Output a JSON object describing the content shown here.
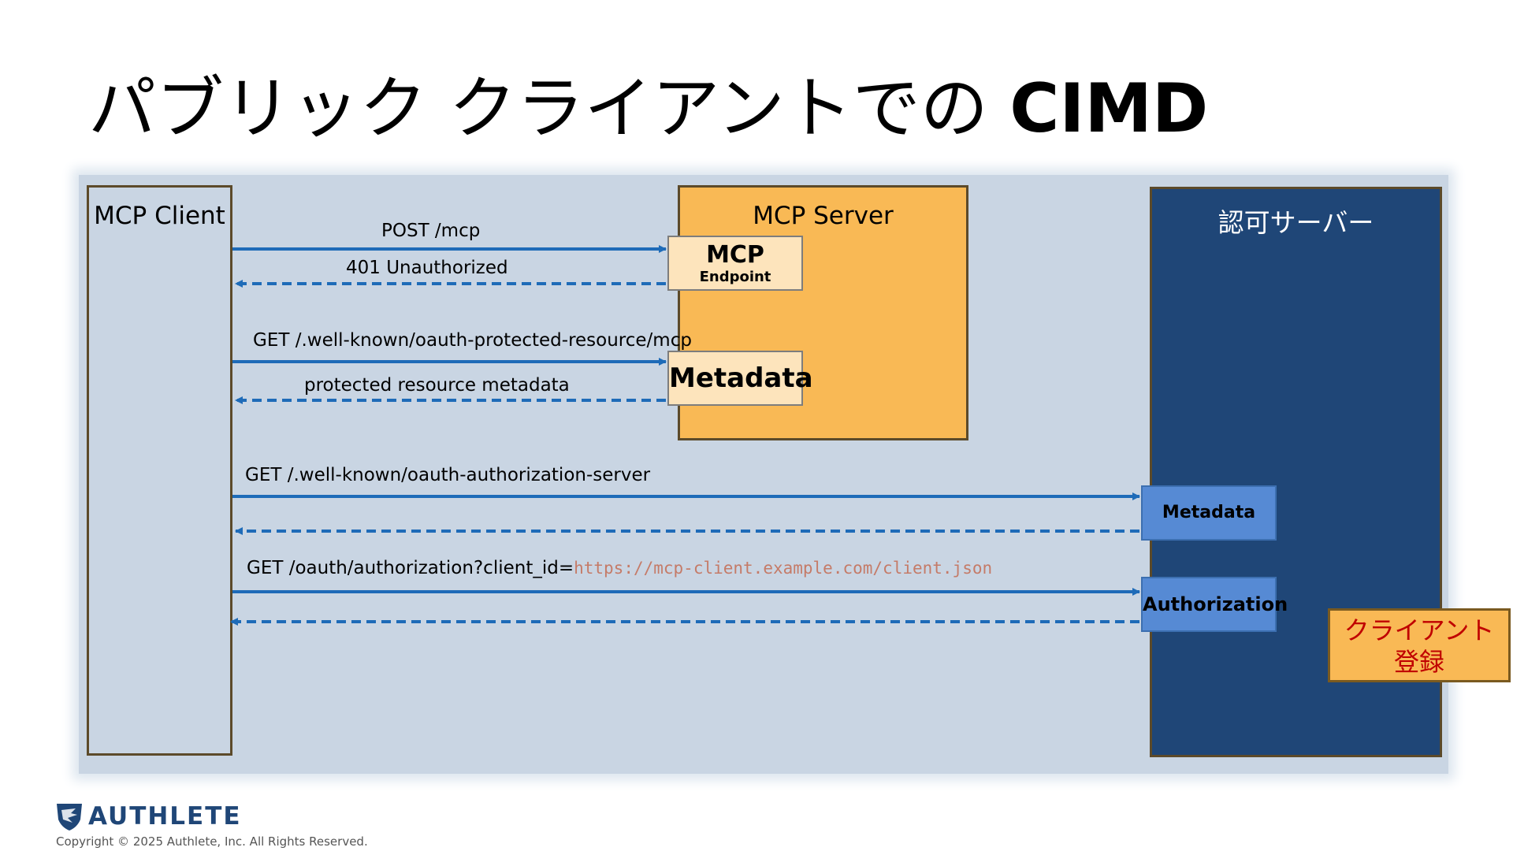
{
  "title": {
    "prefix": "パブリック クライアントでの ",
    "bold": "CIMD"
  },
  "participants": {
    "client": "MCP Client",
    "server": "MCP Server",
    "authz_server": "認可サーバー"
  },
  "server_components": {
    "mcp_endpoint_main": "MCP",
    "mcp_endpoint_sub": "Endpoint",
    "metadata": "Metadata"
  },
  "authz_components": {
    "metadata": "Metadata",
    "authorization": "Authorization",
    "client_registration": "クライアント\n登録"
  },
  "messages": {
    "post_mcp": "POST /mcp",
    "unauthorized": "401 Unauthorized",
    "get_prm": "GET /.well-known/oauth-protected-resource/mcp",
    "prm_response": "protected resource metadata",
    "get_as_metadata": "GET /.well-known/oauth-authorization-server",
    "get_authorization_prefix": "GET /oauth/authorization?client_id=",
    "client_id_url": "https://mcp-client.example.com/client.json"
  },
  "footer": {
    "logo": "AUTHLETE",
    "copyright": "Copyright © 2025 Authlete, Inc. All Rights Reserved."
  },
  "colors": {
    "client_bg": "#c9d5e3",
    "server_bg": "#f9b955",
    "authz_bg": "#1f4677",
    "arrow": "#1e6bb8",
    "client_reg_text": "#c00000"
  }
}
